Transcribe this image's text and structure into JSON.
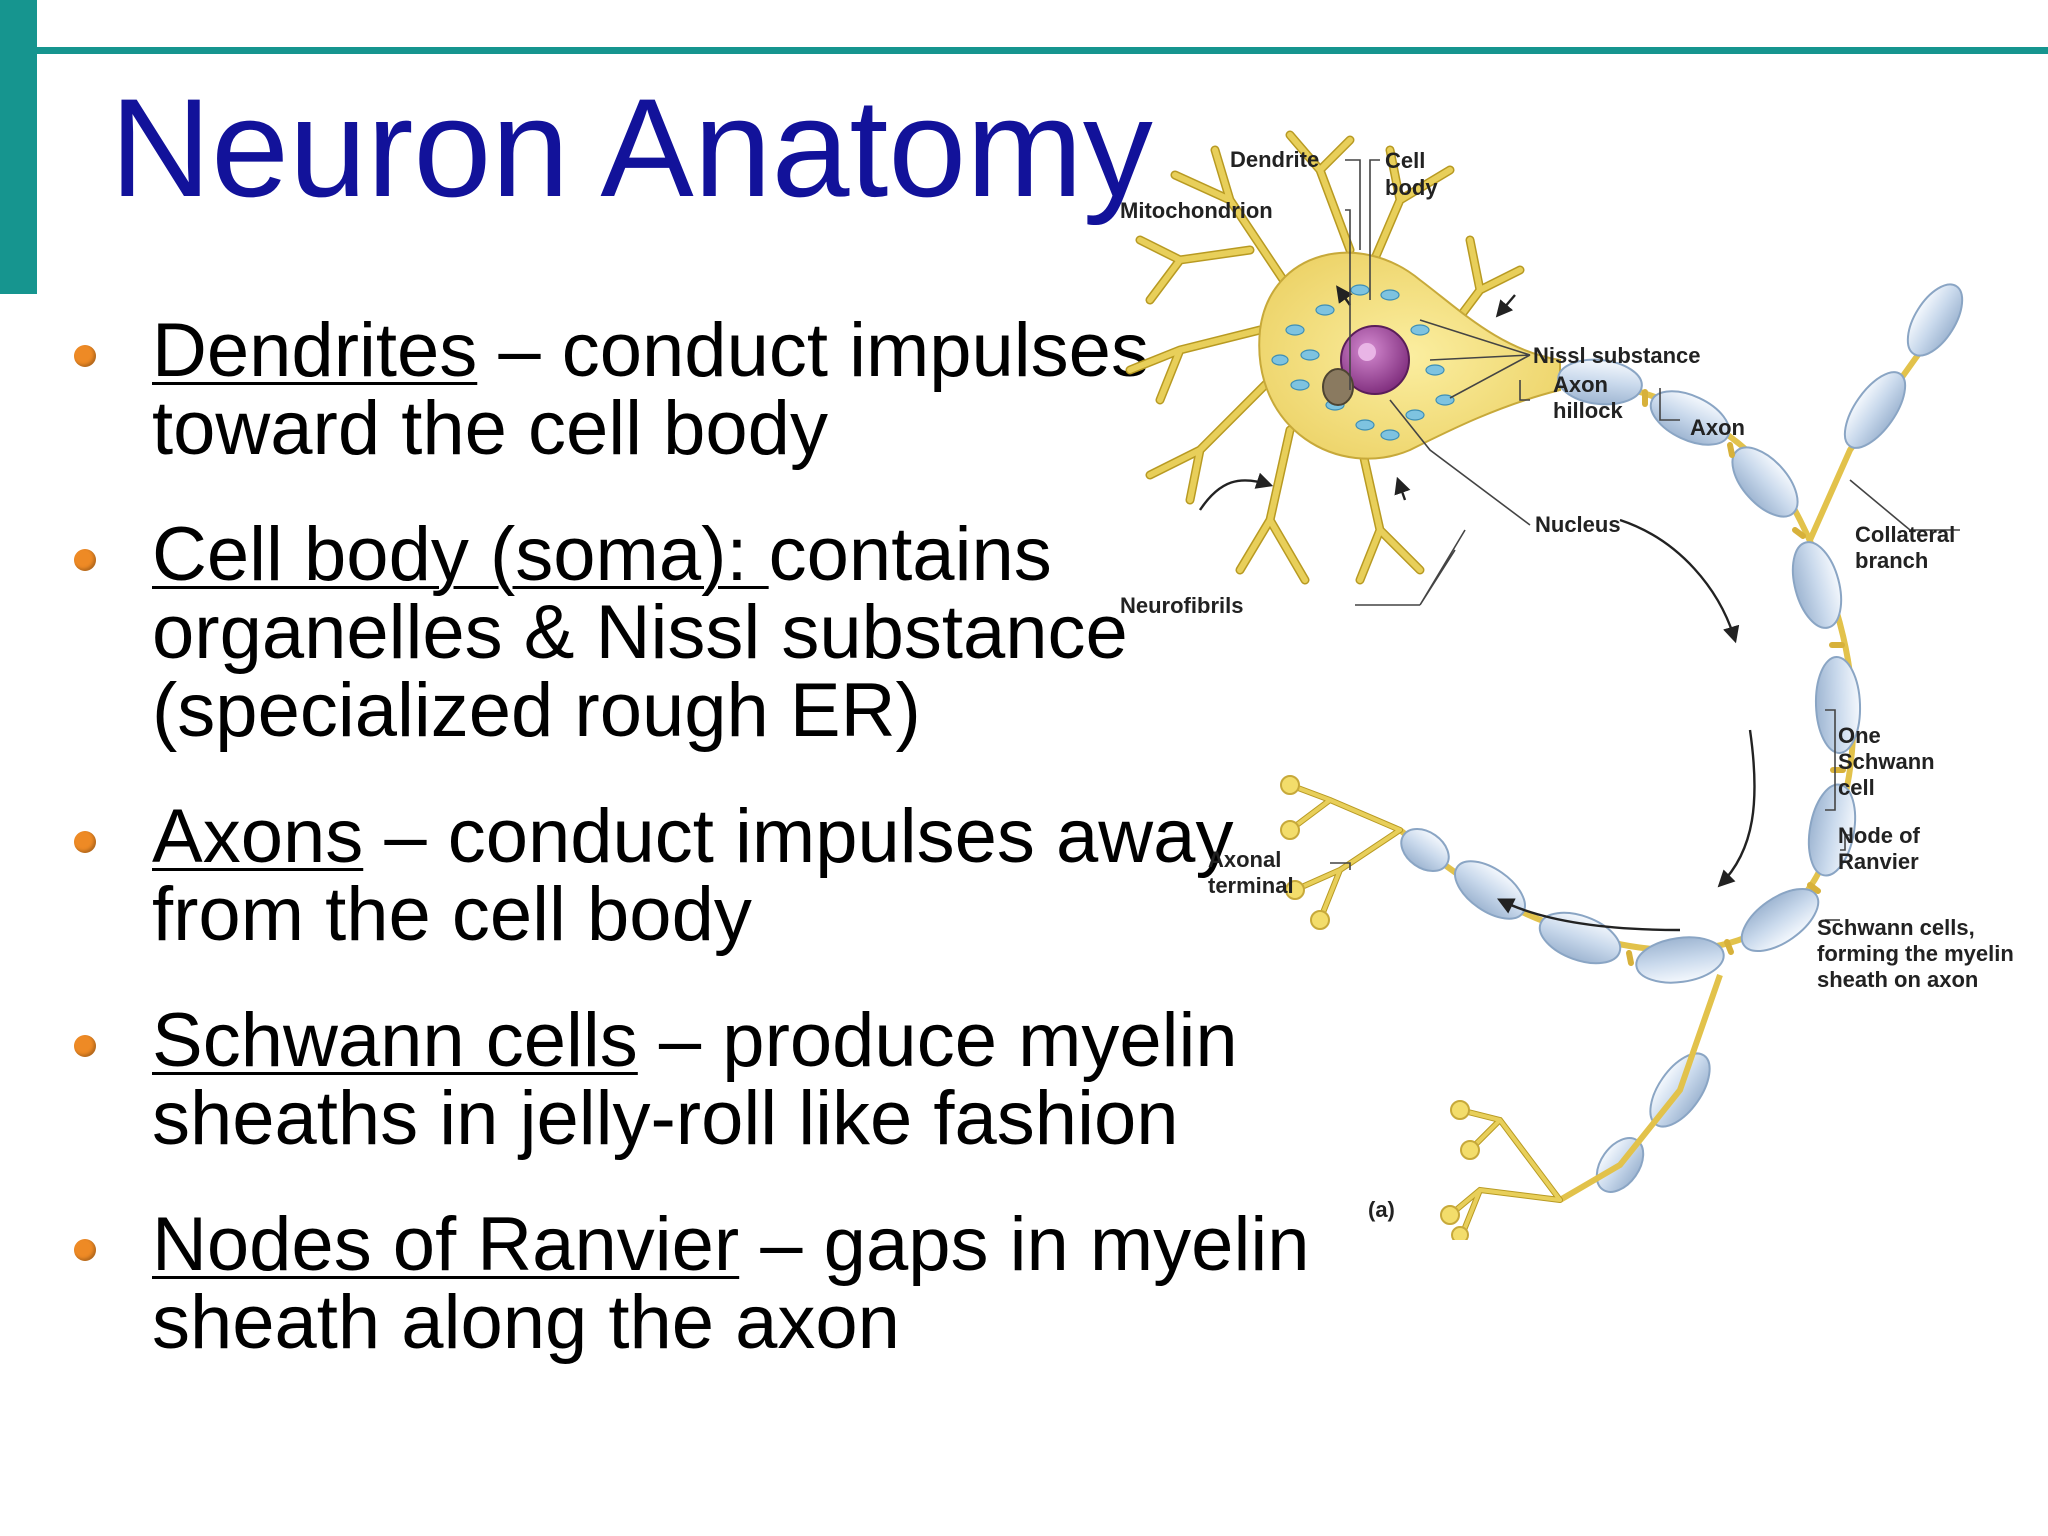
{
  "colors": {
    "accent": "#16958f",
    "title": "#12129a",
    "bullet_dot": "#ee8a25",
    "text": "#000000"
  },
  "slide": {
    "title": "Neuron Anatomy"
  },
  "bullets": [
    {
      "term": "Dendrites",
      "rest": " – conduct impulses toward the cell body"
    },
    {
      "term": "Cell body (soma):  ",
      "rest": "contains organelles & Nissl     substance (specialized     rough ER)"
    },
    {
      "term": "Axons",
      "rest": " – conduct impulses away from the cell body"
    },
    {
      "term": "Schwann cells",
      "rest": " – produce myelin sheaths in jelly-roll like fashion"
    },
    {
      "term": "Nodes of Ranvier",
      "rest": " – gaps in myelin sheath along the axon"
    }
  ],
  "diagram": {
    "labels": {
      "dendrite": "Dendrite",
      "cell_body_1": "Cell",
      "cell_body_2": "body",
      "mitochondrion": "Mitochondrion",
      "nissl": "Nissl substance",
      "axon_hillock_1": "Axon",
      "axon_hillock_2": "hillock",
      "axon": "Axon",
      "nucleus": "Nucleus",
      "collateral_1": "Collateral",
      "collateral_2": "branch",
      "neurofibrils": "Neurofibrils",
      "schwann_one_1": "One",
      "schwann_one_2": "Schwann",
      "schwann_one_3": "cell",
      "node_1": "Node of",
      "node_2": "Ranvier",
      "axonal_terminal_1": "Axonal",
      "axonal_terminal_2": "terminal",
      "schwann_sheath_1": "Schwann cells,",
      "schwann_sheath_2": "forming the myelin",
      "schwann_sheath_3": "sheath on axon",
      "panel": "(a)"
    }
  }
}
